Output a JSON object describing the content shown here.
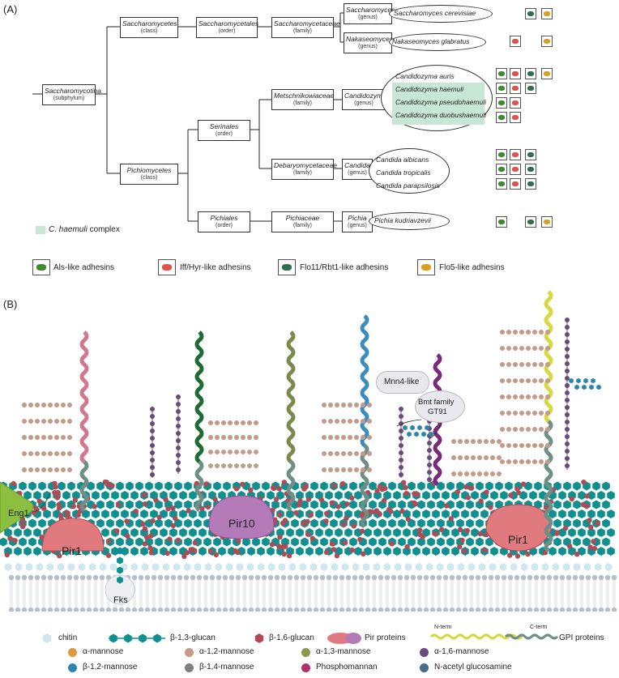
{
  "panel_a": {
    "label": "(A)",
    "nodes": {
      "subphylum": {
        "name": "Saccharomycotina",
        "rank": "(subphylum)"
      },
      "saccharomycetes": {
        "name": "Saccharomycetes",
        "rank": "(class)"
      },
      "saccharomycetales": {
        "name": "Saccharomycetales",
        "rank": "(order)"
      },
      "saccharomycetaceae": {
        "name": "Saccharomycetaceae",
        "rank": "(family)"
      },
      "saccharomyces": {
        "name": "Saccharomyces",
        "rank": "(genus)"
      },
      "nakaseomyces": {
        "name": "Nakaseomyces",
        "rank": "(genus)"
      },
      "pichiomycetes": {
        "name": "Pichiomycetes",
        "rank": "(class)"
      },
      "serinales": {
        "name": "Serinales",
        "rank": "(order)"
      },
      "metschnikowiaceae": {
        "name": "Metschnikowiaceae",
        "rank": "(family)"
      },
      "candidozyma": {
        "name": "Candidozyma",
        "rank": "(genus)"
      },
      "debaryomycetaceae": {
        "name": "Debaryomycetaceae",
        "rank": "(family)"
      },
      "candida": {
        "name": "Candida",
        "rank": "(genus)"
      },
      "pichiales": {
        "name": "Pichiales",
        "rank": "(order)"
      },
      "pichiaceae": {
        "name": "Pichiaceae",
        "rank": "(family)"
      },
      "pichia": {
        "name": "Pichia",
        "rank": "(genus)"
      }
    },
    "species": {
      "s_cerevisiae": "Saccharomyces cerevisiae",
      "n_glabratus": "Nakaseomyces glabratus",
      "c_auris": "Candidozyma auris",
      "c_haemuli": "Candidozyma haemuli",
      "c_pseudohaemuli": "Candidozyma pseudohaemuli",
      "c_duobushaemuli": "Candidozyma duobushaemuli",
      "c_albicans": "Candida albicans",
      "c_tropicalis": "Candida tropicalis",
      "c_parapsilosis": "Candida parapsilosis",
      "p_kudriavzevii": "Pichia kudriavzevii"
    },
    "complex_legend": {
      "italic": "C. haemuli",
      "rest": " complex"
    },
    "adhesin_legend": [
      {
        "label": "Als-like adhesins",
        "color": "#3f8a2e"
      },
      {
        "label": "Iff/Hyr-like adhesins",
        "color": "#d9544f"
      },
      {
        "label": "Flo11/Rbt1-like adhesins",
        "color": "#2f6e4e"
      },
      {
        "label": "Flo5-like adhesins",
        "color": "#d8a020"
      }
    ]
  },
  "panel_b": {
    "label": "(B)",
    "labels": {
      "mnn4": "Mnn4-like",
      "bmt1": "Bmt family",
      "bmt2": "GT91",
      "eng1": "Eng1",
      "pir1_left": "Pir1",
      "pir10": "Pir10",
      "pir1_right": "Pir1",
      "fks": "Fks"
    },
    "legend_row1": {
      "chitin": "chitin",
      "b13": "β-1,3-glucan",
      "b16": "β-1,6-glucan",
      "pir": "Pir proteins",
      "nterm": "N-term",
      "cterm": "C-term",
      "gpi": "GPI proteins"
    },
    "legend_sugars": [
      {
        "label": "α-mannose",
        "color": "#d99a3a"
      },
      {
        "label": "α-1,2-mannose",
        "color": "#c49a8a"
      },
      {
        "label": "α-1,3-mannose",
        "color": "#8a9a4a"
      },
      {
        "label": "α-1,6-mannose",
        "color": "#6a4a7a"
      },
      {
        "label": "β-1,2-mannose",
        "color": "#2a86b0"
      },
      {
        "label": "β-1,4-mannose",
        "color": "#808080"
      },
      {
        "label": "Phosphomannan",
        "color": "#b0306a"
      },
      {
        "label": "N-acetyl glucosamine",
        "color": "#4a6a8a"
      }
    ],
    "colors": {
      "glucan": "#0e8f90",
      "glucan16": "#b04a55",
      "chitin": "#cfe7ef",
      "pir": "#e07a7e",
      "pir10": "#b37ab7",
      "membrane": "#b7bfca",
      "eng1": "#8cbf3f"
    }
  }
}
